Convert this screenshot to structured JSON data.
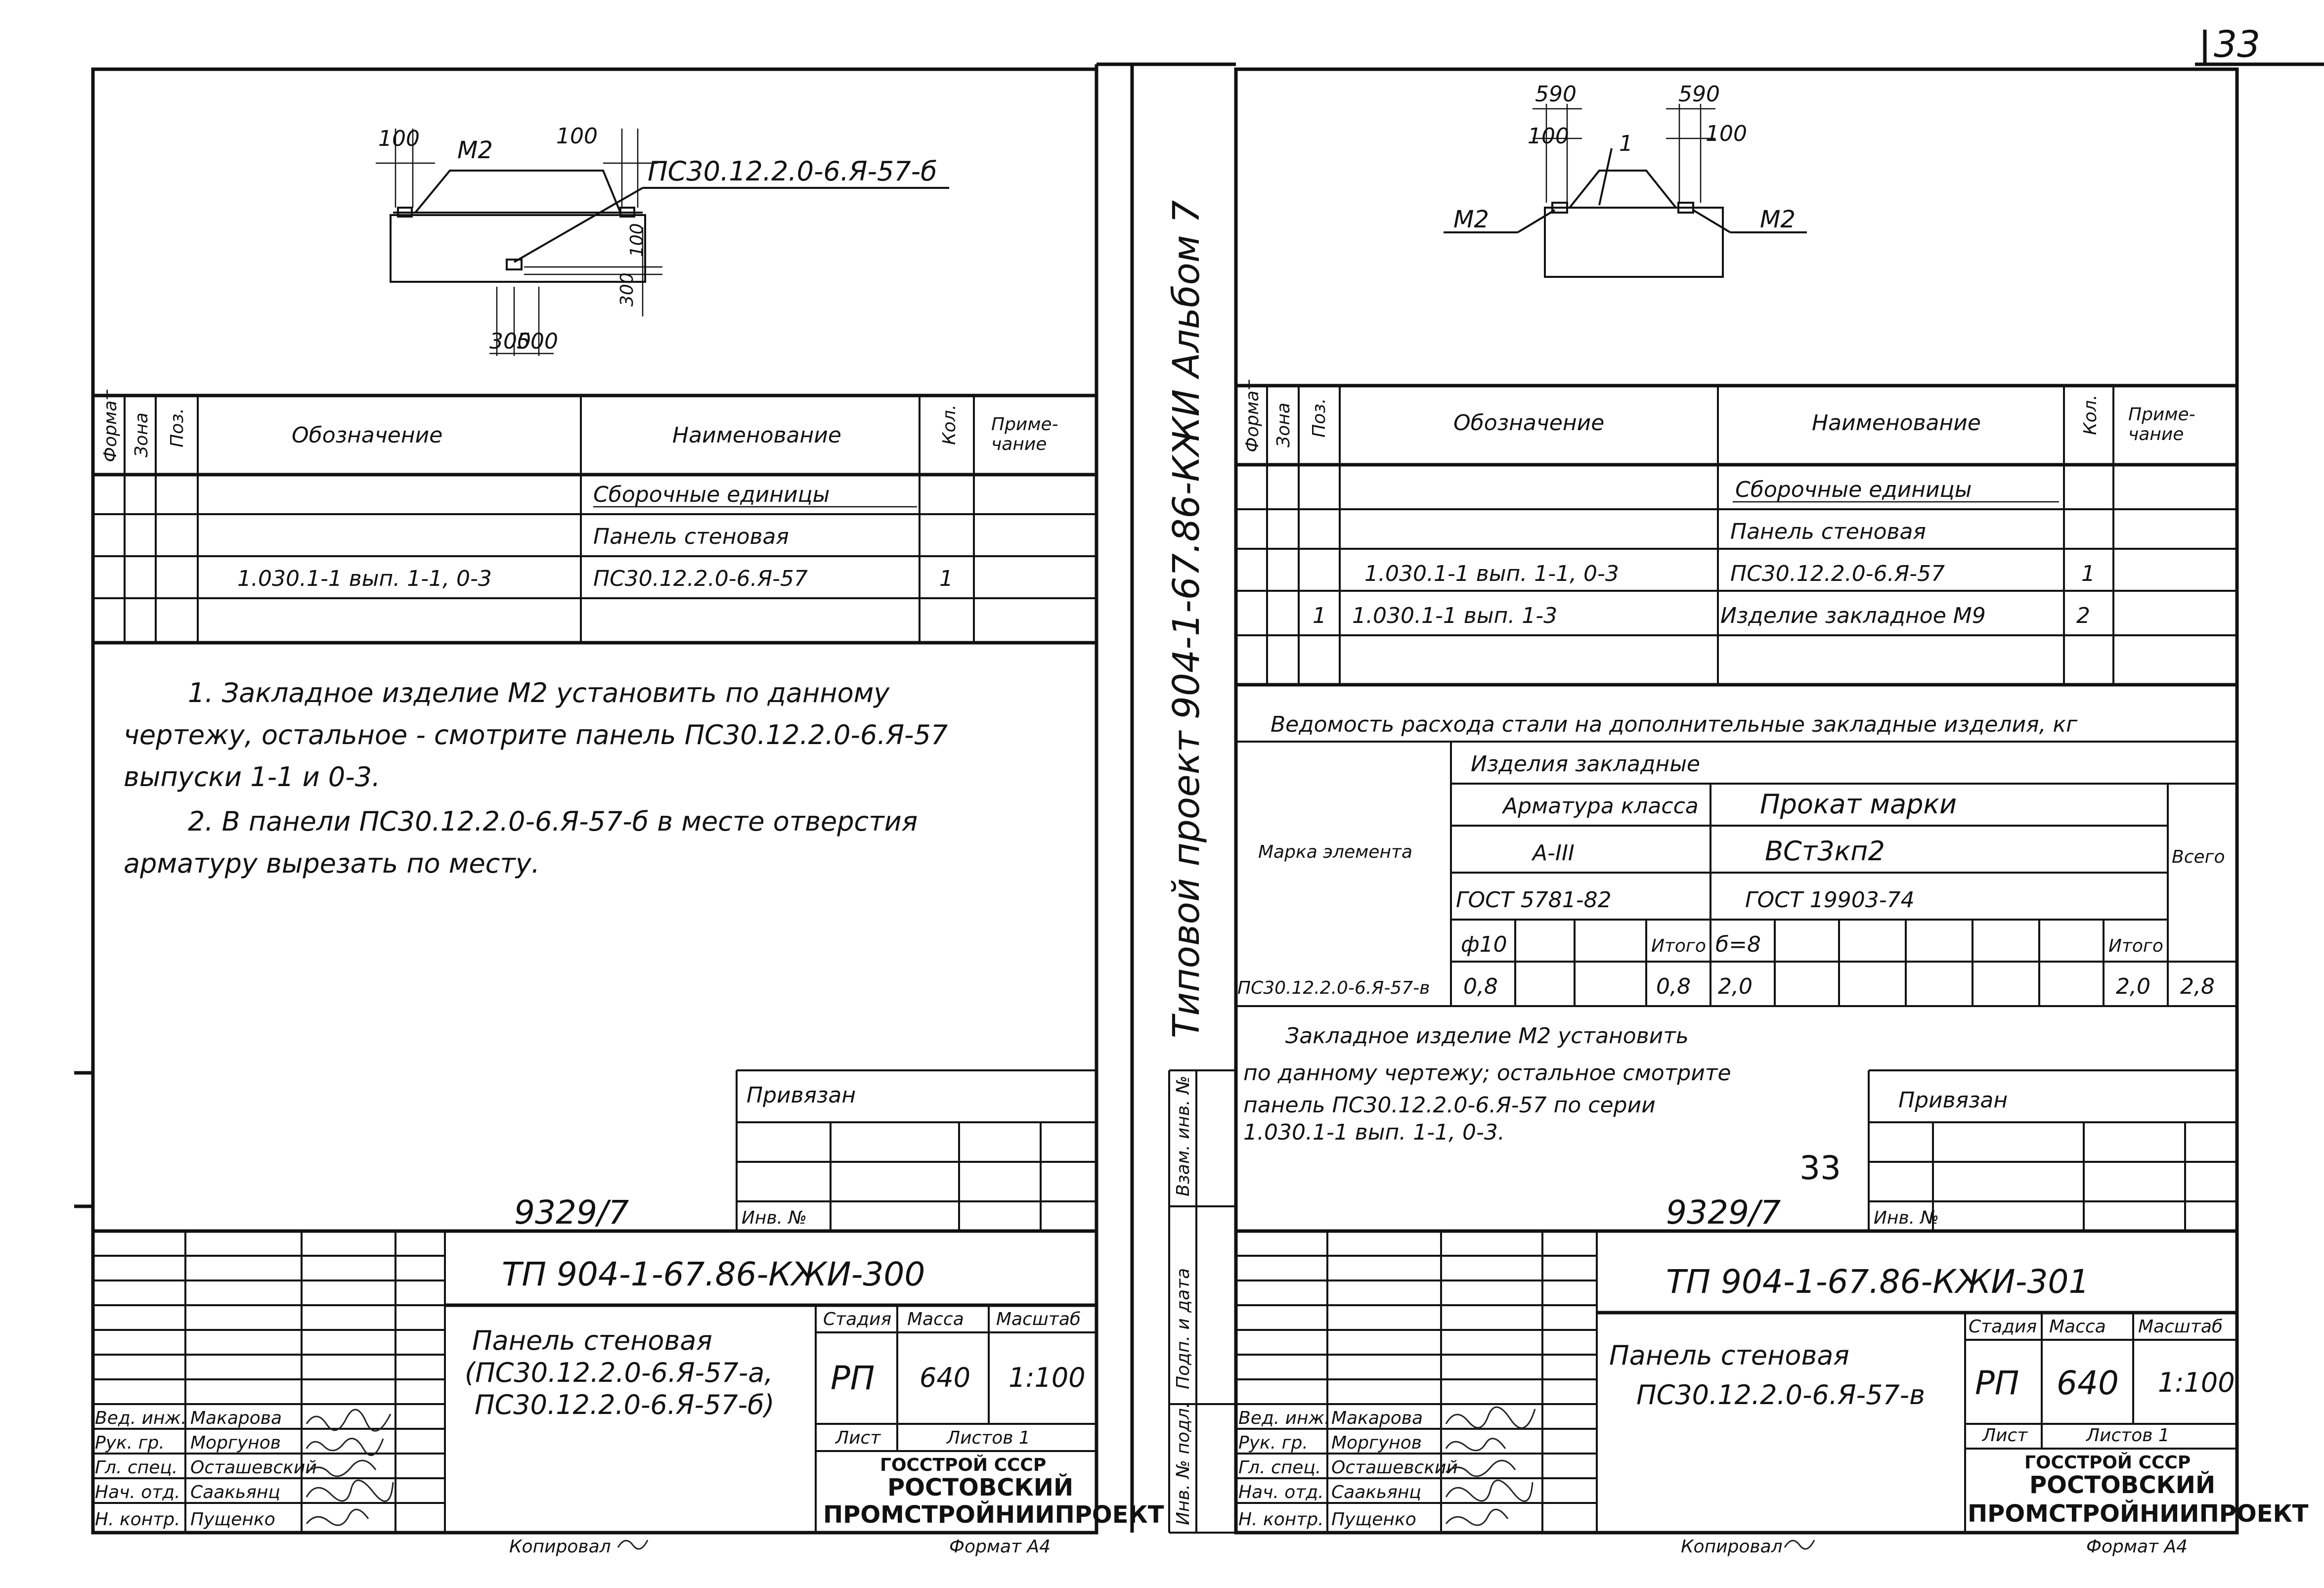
{
  "page_number": "33",
  "center_title": "Типовой проект 904-1-67.86-КЖИ Альбом 7",
  "inventory_side_labels": {
    "vzam": "Взам. инв. №",
    "podp": "Подп. и дата",
    "inv": "Инв. № подл."
  },
  "spec_headers": {
    "format": "Формат",
    "zona": "Зона",
    "poz": "Поз.",
    "oboznachenie": "Обозначение",
    "naimenovanie": "Наименование",
    "kol": "Кол.",
    "primechanie_1": "Приме-",
    "primechanie_2": "чание"
  },
  "left": {
    "drawing": {
      "label_100_left": "100",
      "label_m2": "М2",
      "label_100_right": "100",
      "callout": "ПС30.12.2.0-6.Я-57-б",
      "dim_100_v": "100",
      "dim_300_v": "300",
      "dim_300_h": "300",
      "dim_500_h": "500"
    },
    "spec_rows": [
      {
        "oboznachenie": "",
        "naimenovanie": "Сборочные единицы",
        "kol": ""
      },
      {
        "oboznachenie": "",
        "naimenovanie": "Панель стеновая",
        "kol": ""
      },
      {
        "oboznachenie": "1.030.1-1 вып. 1-1, 0-3",
        "naimenovanie": "ПС30.12.2.0-6.Я-57",
        "kol": "1"
      }
    ],
    "notes": [
      "1. Закладное изделие М2 установить по данному",
      "чертежу, остальное - смотрите панель ПС30.12.2.0-6.Я-57",
      "выпуски 1-1 и 0-3.",
      "2. В панели ПС30.12.2.0-6.Я-57-б в месте отверстия",
      "арматуру вырезать по месту."
    ],
    "privyazan": "Привязан",
    "inv_no_label": "Инв. №",
    "inv_number": "9329/7",
    "tb": {
      "code": "ТП 904-1-67.86-КЖИ-300",
      "name_1": "Панель стеновая",
      "name_2": "(ПС30.12.2.0-6.Я-57-а,",
      "name_3": "ПС30.12.2.0-6.Я-57-б)",
      "stadiya_label": "Стадия",
      "massa_label": "Масса",
      "masshtab_label": "Масштаб",
      "stadiya": "РП",
      "massa": "640",
      "masshtab": "1:100",
      "list_label": "Лист",
      "listov_label": "Листов 1",
      "org_1": "ГОССТРОЙ СССР",
      "org_2": "РОСТОВСКИЙ",
      "org_3": "ПРОМСТРОЙНИИПРОЕКТ",
      "roles": [
        "Вед. инж.",
        "Рук. гр.",
        "Гл. спец.",
        "Нач. отд.",
        "Н. контр."
      ],
      "names": [
        "Макарова",
        "Моргунов",
        "Осташевский",
        "Саакьянц",
        "Пущенко"
      ],
      "kopiroval": "Копировал",
      "format": "Формат А4"
    }
  },
  "right": {
    "drawing": {
      "dim_590_l": "590",
      "dim_590_r": "590",
      "label_100_l": "100",
      "label_1": "1",
      "label_100_r": "100",
      "label_m2_l": "М2",
      "label_m2_r": "М2"
    },
    "spec_rows": [
      {
        "poz": "",
        "oboznachenie": "",
        "naimenovanie": "Сборочные единицы",
        "kol": ""
      },
      {
        "poz": "",
        "oboznachenie": "",
        "naimenovanie": "Панель стеновая",
        "kol": ""
      },
      {
        "poz": "",
        "oboznachenie": "1.030.1-1 вып. 1-1, 0-3",
        "naimenovanie": "ПС30.12.2.0-6.Я-57",
        "kol": "1"
      },
      {
        "poz": "1",
        "oboznachenie": "1.030.1-1 вып. 1-3",
        "naimenovanie": "Изделие закладное М9",
        "kol": "2"
      }
    ],
    "steel": {
      "title": "Ведомость расхода стали на дополнительные закладные изделия, кг",
      "izdeliya": "Изделия закладные",
      "armatura": "Арматура класса",
      "prokat": "Прокат марки",
      "marka": "Марка элемента",
      "a3": "А-III",
      "vst": "ВСт3кп2",
      "vsego": "Всего",
      "gost1": "ГОСТ 5781-82",
      "gost2": "ГОСТ 19903-74",
      "d10": "ф10",
      "itogo1": "Итого",
      "delta": "б=8",
      "itogo2": "Итого",
      "element": "ПС30.12.2.0-6.Я-57-в",
      "v1": "0,8",
      "v2": "0,8",
      "v3": "2,0",
      "v4": "2,0",
      "v5": "2,8"
    },
    "notes": [
      "Закладное изделие М2 установить",
      "по данному чертежу; остальное смотрите",
      "панель ПС30.12.2.0-6.Я-57 по серии",
      "1.030.1-1 вып. 1-1, 0-3."
    ],
    "handwritten_33": "33",
    "privyazan": "Привязан",
    "inv_no_label": "Инв. №",
    "inv_number": "9329/7",
    "tb": {
      "code": "ТП 904-1-67.86-КЖИ-301",
      "name_1": "Панель стеновая",
      "name_2": "ПС30.12.2.0-6.Я-57-в",
      "stadiya_label": "Стадия",
      "massa_label": "Масса",
      "masshtab_label": "Масштаб",
      "stadiya": "РП",
      "massa": "640",
      "masshtab": "1:100",
      "list_label": "Лист",
      "listov_label": "Листов 1",
      "org_1": "ГОССТРОЙ СССР",
      "org_2": "РОСТОВСКИЙ",
      "org_3": "ПРОМСТРОЙНИИПРОЕКТ",
      "roles": [
        "Вед. инж.",
        "Рук. гр.",
        "Гл. спец.",
        "Нач. отд.",
        "Н. контр."
      ],
      "names": [
        "Макарова",
        "Моргунов",
        "Осташевский",
        "Саакьянц",
        "Пущенко"
      ],
      "kopiroval": "Копировал",
      "format": "Формат А4"
    }
  }
}
